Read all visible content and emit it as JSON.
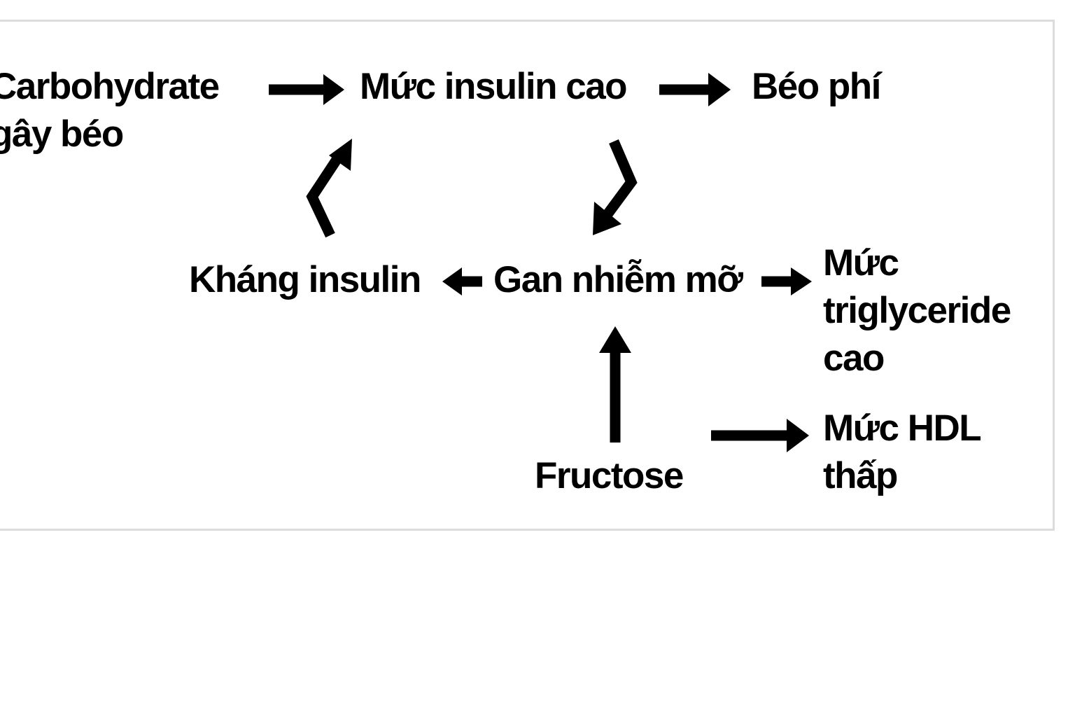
{
  "diagram": {
    "nodes": {
      "carbohydrate": {
        "line1": "Carbohydrate",
        "line2": "gây béo"
      },
      "insulin_cao": "Mức insulin cao",
      "beo_phi": "Béo phí",
      "khang_insulin": "Kháng insulin",
      "gan_nhiem_mo": "Gan nhiễm mỡ",
      "triglyceride": {
        "line1": "Mức",
        "line2": "triglyceride",
        "line3": "cao"
      },
      "fructose": "Fructose",
      "hdl": {
        "line1": "Mức HDL",
        "line2": "thấp"
      }
    },
    "colors": {
      "text": "#000000",
      "arrow": "#000000",
      "frame": "#dcdcdc"
    }
  }
}
